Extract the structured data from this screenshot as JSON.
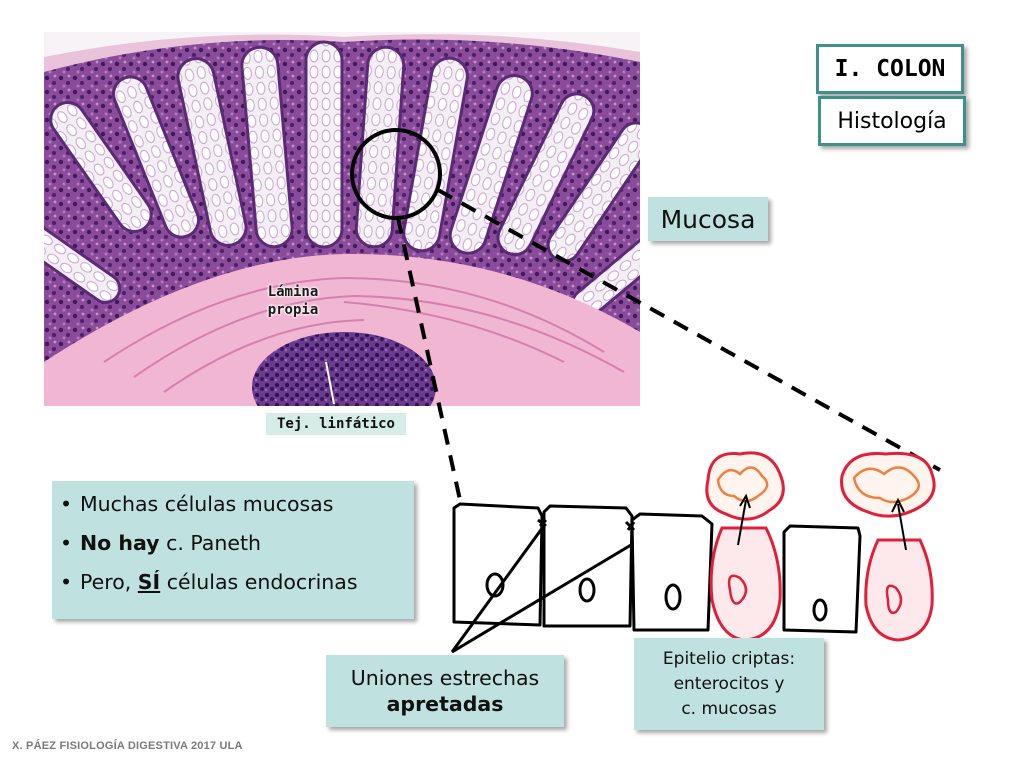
{
  "slide": {
    "title": "I. COLON",
    "subtitle": "Histología",
    "mucosa_label": "Mucosa",
    "micrograph_labels": {
      "lamina_line1": "Lámina",
      "lamina_line2": "propia",
      "tej_linfatico": "Tej. linfático"
    },
    "bullets": {
      "item1": "Muchas células mucosas",
      "item2_bold": "No hay",
      "item2_rest": " c. Paneth",
      "item3_pre": "Pero, ",
      "item3_emph": "SÍ",
      "item3_rest": " células endocrinas"
    },
    "uniones": {
      "line1": "Uniones estrechas",
      "line2": "apretadas"
    },
    "epitelio": {
      "line1": "Epitelio criptas:",
      "line2": "enterocitos y",
      "line3": "c. mucosas"
    },
    "footer": "X. PÁEZ   FISIOLOGÍA DIGESTIVA 2017  ULA",
    "colors": {
      "title_border": "#3f8f8a",
      "teal_box": "#bfe2e1",
      "tissue_pink": "#e6a6c6",
      "tissue_purple": "#7a3f8c",
      "goblet_red": "#e0203a",
      "mucus_orange": "#f08040"
    },
    "icons": {
      "micrograph": "colon-histology-micrograph",
      "cells": "crypt-epithelium-drawing"
    }
  }
}
